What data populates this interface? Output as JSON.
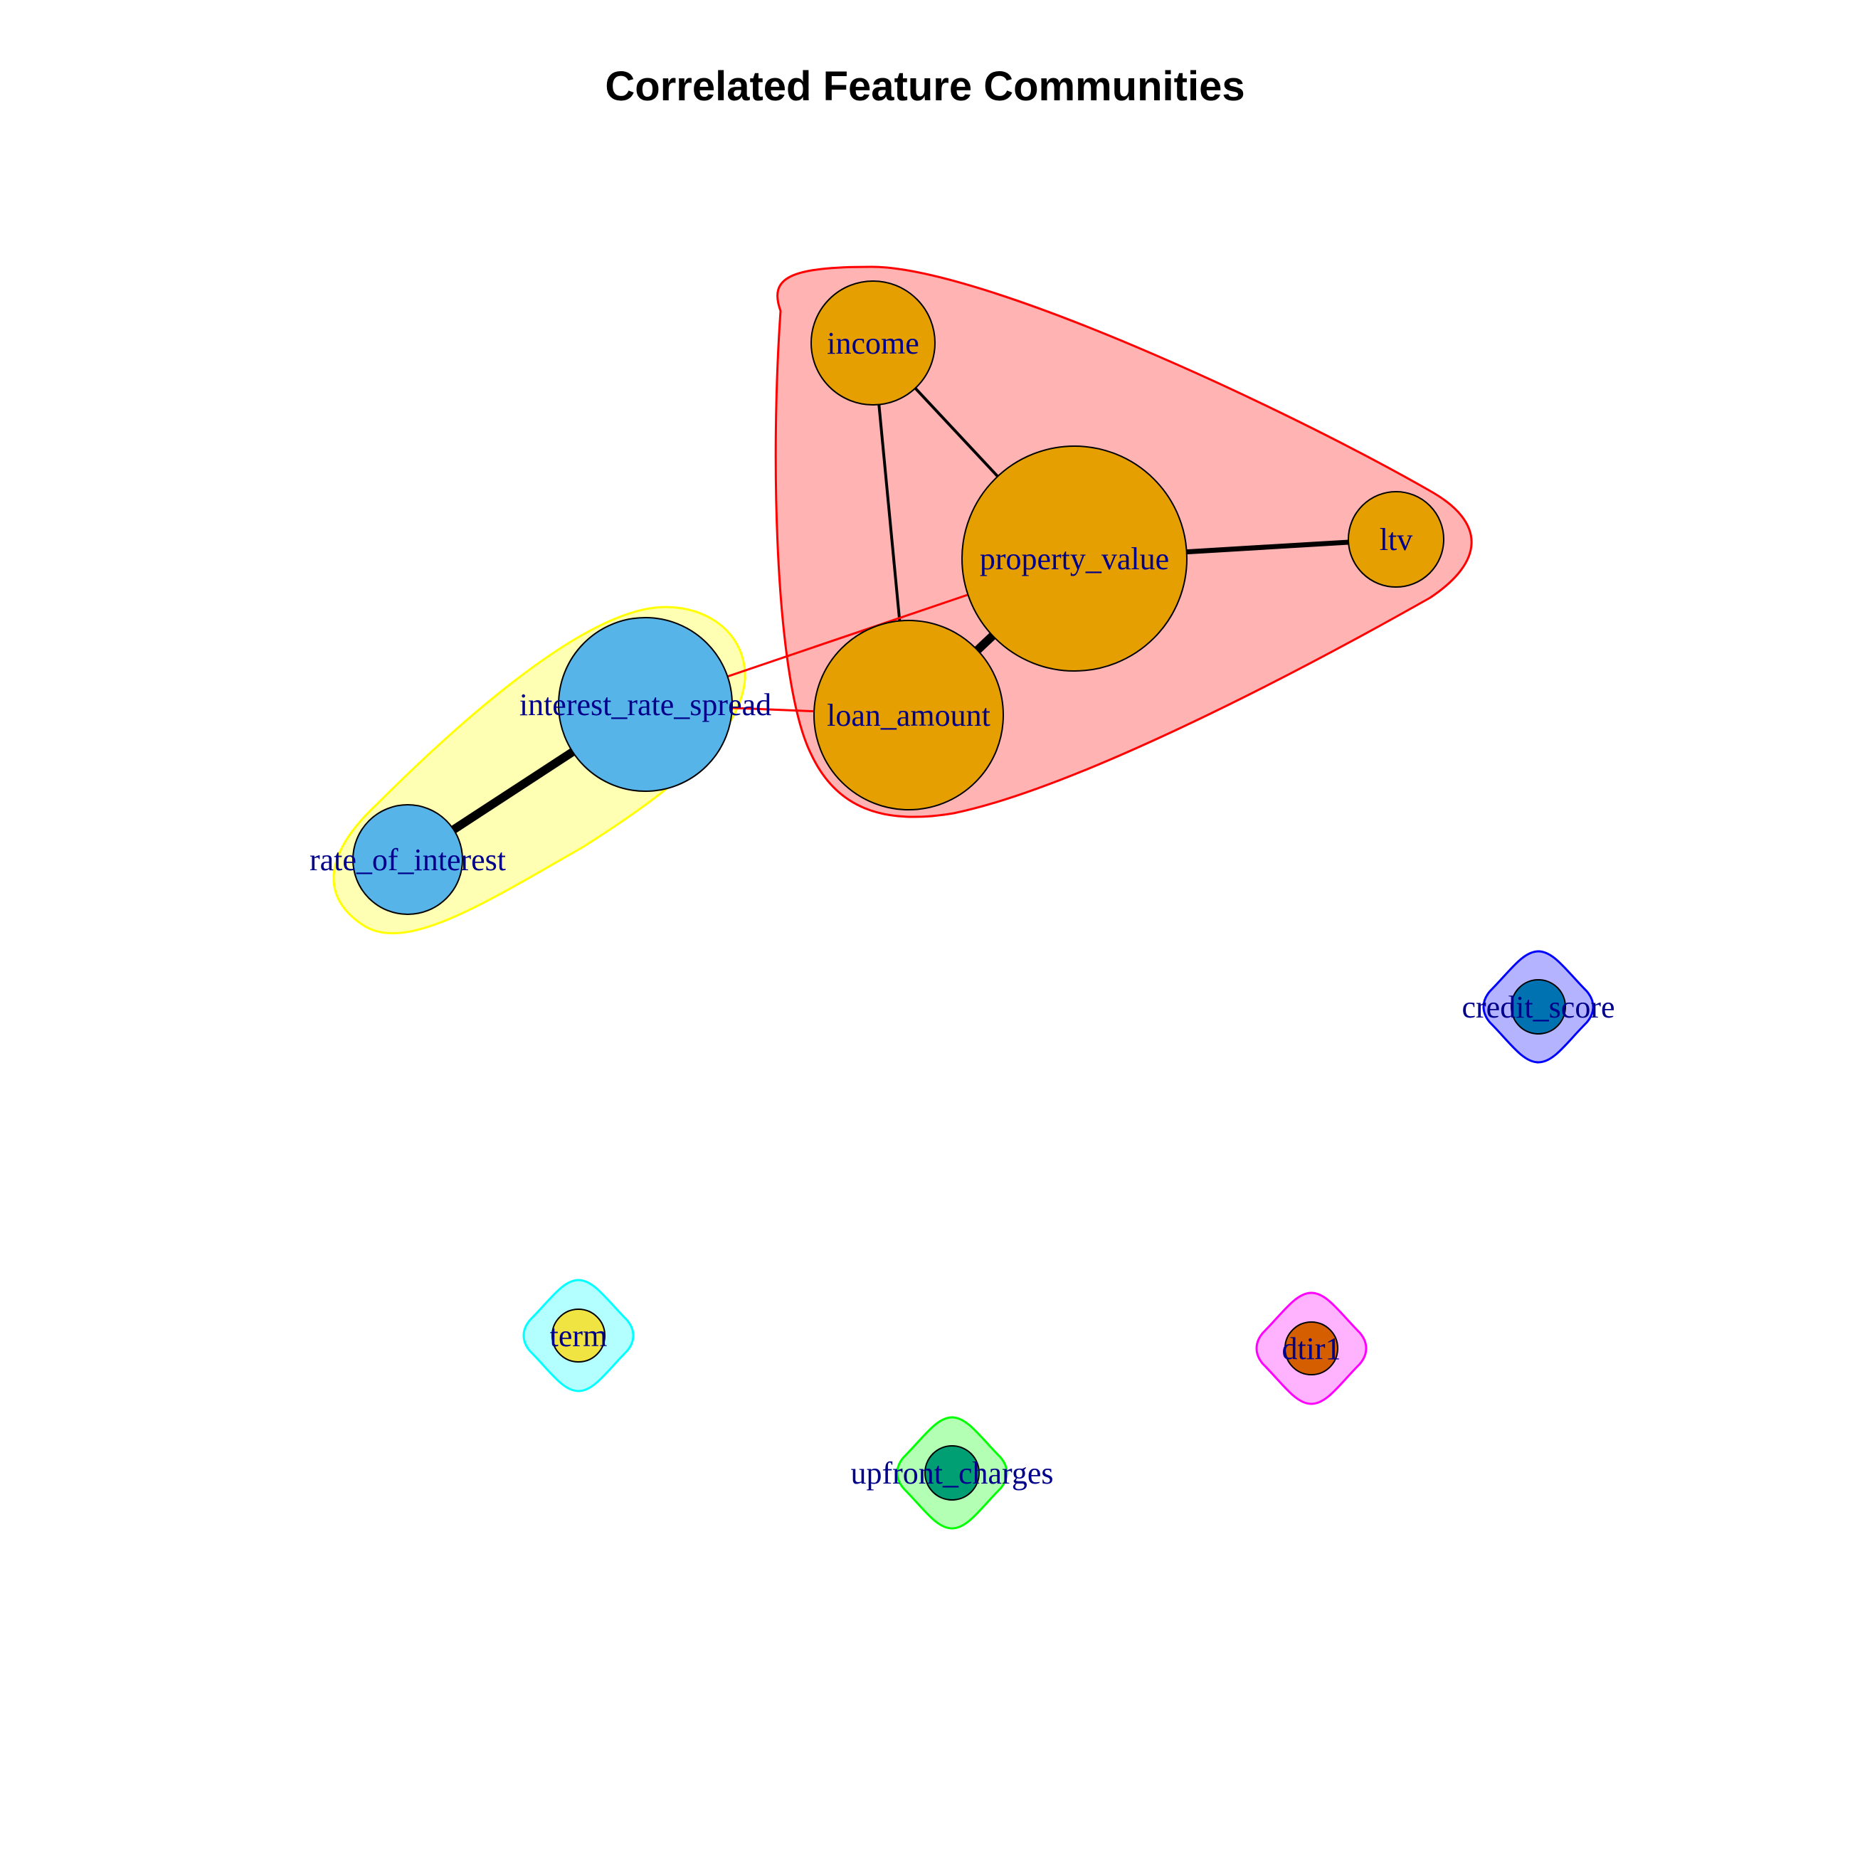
{
  "title": "Correlated Feature Communities",
  "colors": {
    "label": "#00008B",
    "edge": "#000000",
    "node_stroke": "#000000"
  },
  "communities": [
    {
      "id": "c1",
      "fill": "#FFB3B3",
      "stroke": "#FF0000",
      "members": [
        "income",
        "property_value",
        "ltv",
        "loan_amount"
      ]
    },
    {
      "id": "c2",
      "fill": "#FFFFB3",
      "stroke": "#FFFF00",
      "members": [
        "interest_rate_spread",
        "rate_of_interest"
      ]
    },
    {
      "id": "c3",
      "fill": "#B3B3FF",
      "stroke": "#0000FF",
      "members": [
        "credit_score"
      ]
    },
    {
      "id": "c4",
      "fill": "#B3FFFF",
      "stroke": "#00FFFF",
      "members": [
        "term"
      ]
    },
    {
      "id": "c5",
      "fill": "#FFB3FF",
      "stroke": "#FF00FF",
      "members": [
        "dtir1"
      ]
    },
    {
      "id": "c6",
      "fill": "#B3FFB3",
      "stroke": "#00FF00",
      "members": [
        "upfront_charges"
      ]
    }
  ],
  "nodes": [
    {
      "id": "income",
      "label": "income",
      "fill": "#E69F00"
    },
    {
      "id": "property_value",
      "label": "property_value",
      "fill": "#E69F00"
    },
    {
      "id": "ltv",
      "label": "ltv",
      "fill": "#E69F00"
    },
    {
      "id": "loan_amount",
      "label": "loan_amount",
      "fill": "#E69F00"
    },
    {
      "id": "interest_rate_spread",
      "label": "interest_rate_spread",
      "fill": "#56B4E9"
    },
    {
      "id": "rate_of_interest",
      "label": "rate_of_interest",
      "fill": "#56B4E9"
    },
    {
      "id": "credit_score",
      "label": "credit_score",
      "fill": "#0072B2"
    },
    {
      "id": "term",
      "label": "term",
      "fill": "#F0E442"
    },
    {
      "id": "dtir1",
      "label": "dtir1",
      "fill": "#D55E00"
    },
    {
      "id": "upfront_charges",
      "label": "upfront_charges",
      "fill": "#009E73"
    }
  ],
  "edges": [
    {
      "source": "income",
      "target": "property_value",
      "weight": "normal",
      "color": "#000000"
    },
    {
      "source": "income",
      "target": "loan_amount",
      "weight": "normal",
      "color": "#000000"
    },
    {
      "source": "property_value",
      "target": "ltv",
      "weight": "medium",
      "color": "#000000"
    },
    {
      "source": "property_value",
      "target": "loan_amount",
      "weight": "heavy",
      "color": "#000000"
    },
    {
      "source": "interest_rate_spread",
      "target": "rate_of_interest",
      "weight": "heavy",
      "color": "#000000"
    },
    {
      "source": "interest_rate_spread",
      "target": "property_value",
      "weight": "thin",
      "color": "#FF0000"
    },
    {
      "source": "interest_rate_spread",
      "target": "loan_amount",
      "weight": "thin",
      "color": "#FF0000"
    }
  ]
}
